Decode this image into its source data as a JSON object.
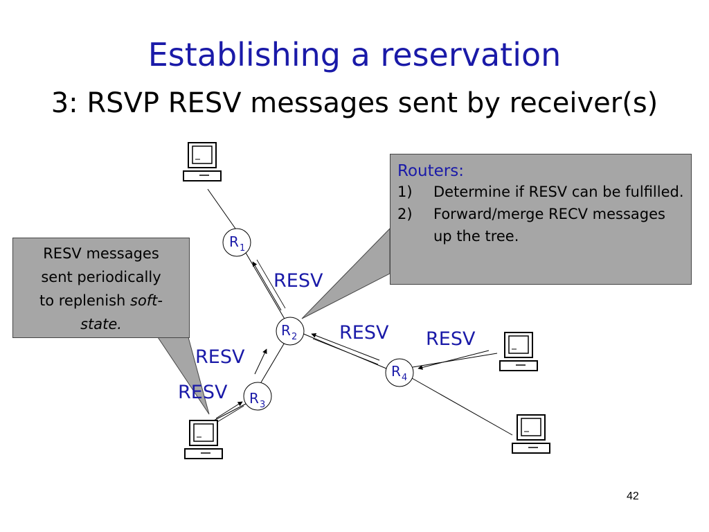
{
  "title": "Establishing a reservation",
  "subtitle": "3: RSVP RESV messages sent by receiver(s)",
  "routers": [
    {
      "letter": "R",
      "sub": "1"
    },
    {
      "letter": "R",
      "sub": "2"
    },
    {
      "letter": "R",
      "sub": "3"
    },
    {
      "letter": "R",
      "sub": "4"
    }
  ],
  "message_labels": [
    "RESV",
    "RESV",
    "RESV",
    "RESV",
    "RESV"
  ],
  "left_note": {
    "line1": "RESV messages",
    "line2": "sent periodically",
    "line3_prefix": "to replenish ",
    "line3_italic": "soft-",
    "line4_italic": "state."
  },
  "right_note": {
    "heading": "Routers:",
    "items": [
      {
        "num": "1)",
        "text": "Determine if RESV can be fulfilled."
      },
      {
        "num": "2)",
        "text": "Forward/merge RECV messages up the tree."
      }
    ]
  },
  "page_number": "42",
  "colors": {
    "accent": "#1a1aa8",
    "callout_fill": "#a6a6a6"
  },
  "icons": [
    "computer-icon"
  ]
}
